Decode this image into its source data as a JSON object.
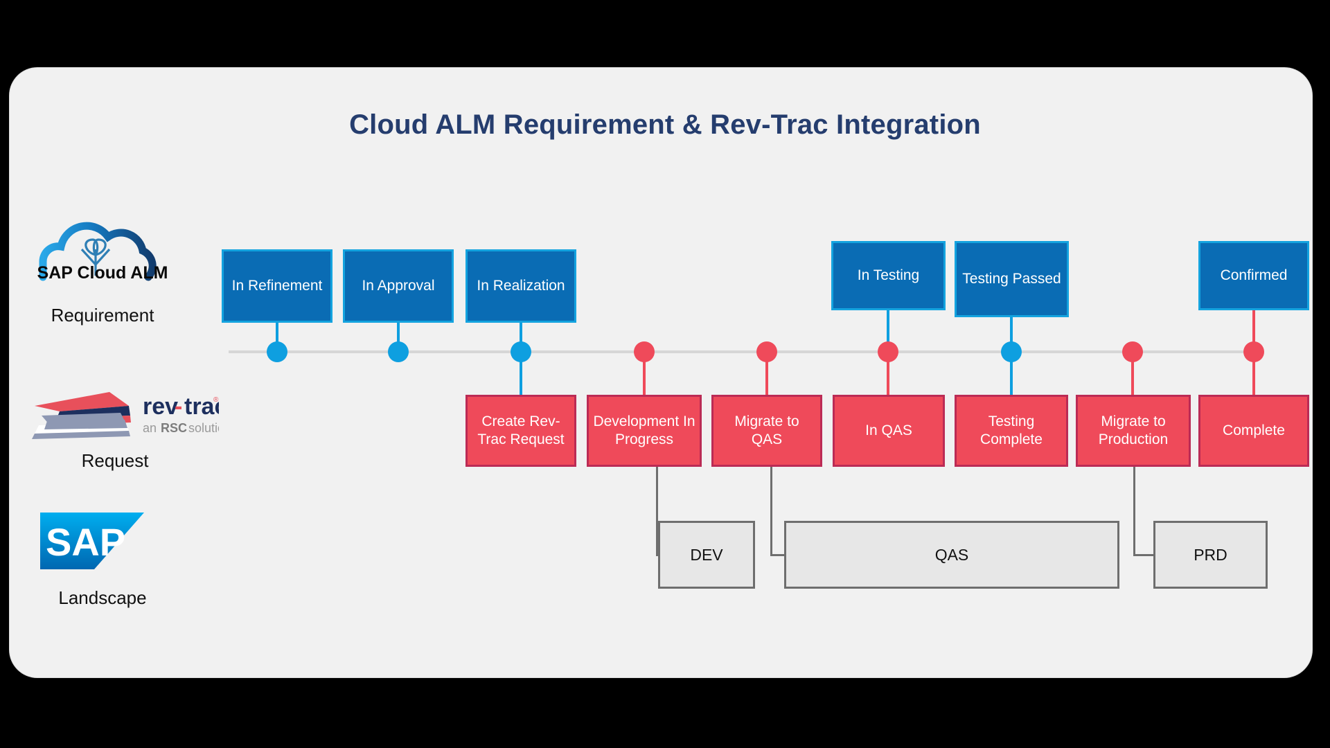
{
  "title": "Cloud ALM Requirement & Rev-Trac Integration",
  "rail": {
    "cloud_alm": {
      "logo_name": "sap-cloud-alm-logo",
      "logo_text": "SAP Cloud ALM",
      "caption": "Requirement"
    },
    "rev_trac": {
      "logo_name": "rev-trac-logo",
      "wordmark_a": "rev",
      "wordmark_dash": "-",
      "wordmark_b": "trac",
      "registered": "®",
      "tagline_a": "an ",
      "tagline_b": "RSC",
      "tagline_c": " solution",
      "caption": "Request"
    },
    "sap": {
      "logo_name": "sap-logo",
      "logo_text": "SAP",
      "caption": "Landscape"
    }
  },
  "colors": {
    "title": "#253d6e",
    "blue_fill": "#0a6cb4",
    "blue_border": "#14a3df",
    "blue_node": "#0e9fe0",
    "red_fill": "#ef4a5a",
    "red_border": "#bb2b55",
    "red_node": "#ef4a5a",
    "axis": "#d6d6d6",
    "env_fill": "#e7e7e7",
    "env_border": "#6e6e6e",
    "panel_bg": "#f1f1f1",
    "page_bg": "#000000"
  },
  "requirement_statuses": [
    {
      "id": "in-refinement",
      "label": "In Refinement",
      "node": "blue"
    },
    {
      "id": "in-approval",
      "label": "In Approval",
      "node": "blue"
    },
    {
      "id": "in-realization",
      "label": "In Realization",
      "node": "blue"
    },
    {
      "id": "in-testing",
      "label": "In Testing",
      "node": "red"
    },
    {
      "id": "testing-passed",
      "label": "Testing Passed",
      "node": "blue"
    },
    {
      "id": "confirmed",
      "label": "Confirmed",
      "node": "red"
    }
  ],
  "request_statuses": [
    {
      "id": "create-rev-trac-request",
      "label": "Create Rev-Trac Request",
      "node": "blue"
    },
    {
      "id": "development-in-progress",
      "label": "Development In Progress",
      "node": "red"
    },
    {
      "id": "migrate-to-qas",
      "label": "Migrate to QAS",
      "node": "red"
    },
    {
      "id": "in-qas",
      "label": "In QAS",
      "node": "red"
    },
    {
      "id": "testing-complete",
      "label": "Testing Complete",
      "node": "blue"
    },
    {
      "id": "migrate-to-production",
      "label": "Migrate to Production",
      "node": "red"
    },
    {
      "id": "complete",
      "label": "Complete",
      "node": "red"
    }
  ],
  "landscape_systems": [
    {
      "id": "dev",
      "label": "DEV"
    },
    {
      "id": "qas",
      "label": "QAS"
    },
    {
      "id": "prd",
      "label": "PRD"
    }
  ]
}
